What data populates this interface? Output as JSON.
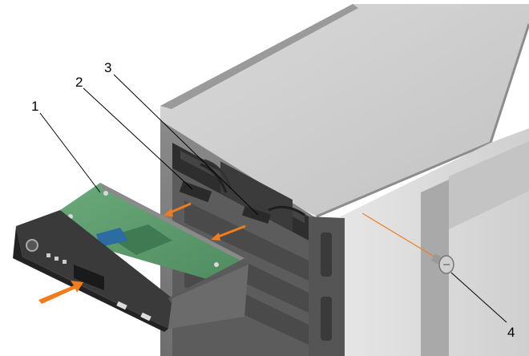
{
  "callouts": [
    {
      "label": "1"
    },
    {
      "label": "2"
    },
    {
      "label": "3"
    },
    {
      "label": "4"
    }
  ],
  "colors": {
    "accent_arrow": "#f07c1c",
    "board_green": "#5a9a6a",
    "chassis_dark": "#3a3a3a",
    "chassis_mid": "#7d7d7d",
    "chassis_light": "#b8b8b8",
    "chassis_top": "#cfcfcf",
    "side_panel": "#dedede"
  },
  "icons": [
    "power-button-icon",
    "usb-port-icon",
    "screw-icon",
    "insert-arrow-icon"
  ]
}
